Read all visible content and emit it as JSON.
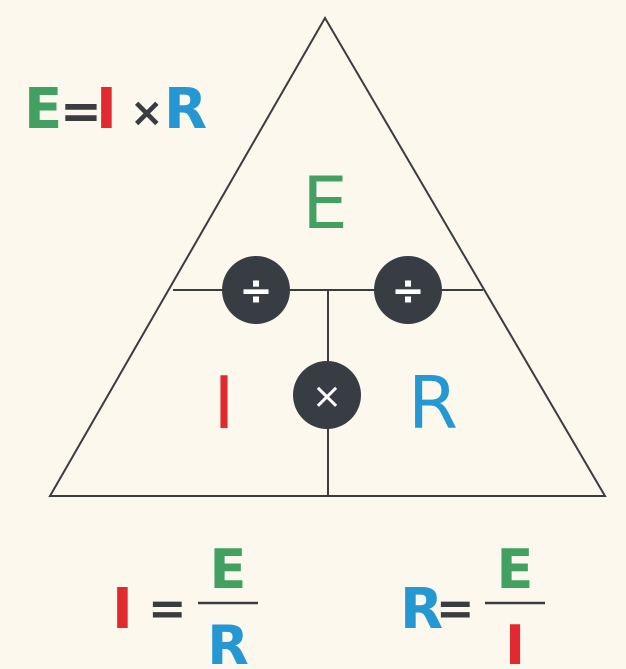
{
  "colors": {
    "background": "#fcf8ee",
    "voltage": "#43a063",
    "current": "#e12a2f",
    "resistance": "#2598d4",
    "line": "#3a3c40",
    "operator_bg": "#383d44",
    "operator_fg": "#ffffff"
  },
  "formula": {
    "e": "E",
    "eq": "=",
    "i": "I",
    "times": "×",
    "r": "R"
  },
  "triangle": {
    "top_label": "E",
    "left_label": "I",
    "right_label": "R",
    "divide_left": "÷",
    "divide_right": "÷",
    "multiply": "×"
  },
  "derived": {
    "current_formula": {
      "lhs": "I",
      "eq": "=",
      "numerator": "E",
      "denominator": "R"
    },
    "resistance_formula": {
      "lhs": "R",
      "eq": "=",
      "numerator": "E",
      "denominator": "I"
    }
  }
}
